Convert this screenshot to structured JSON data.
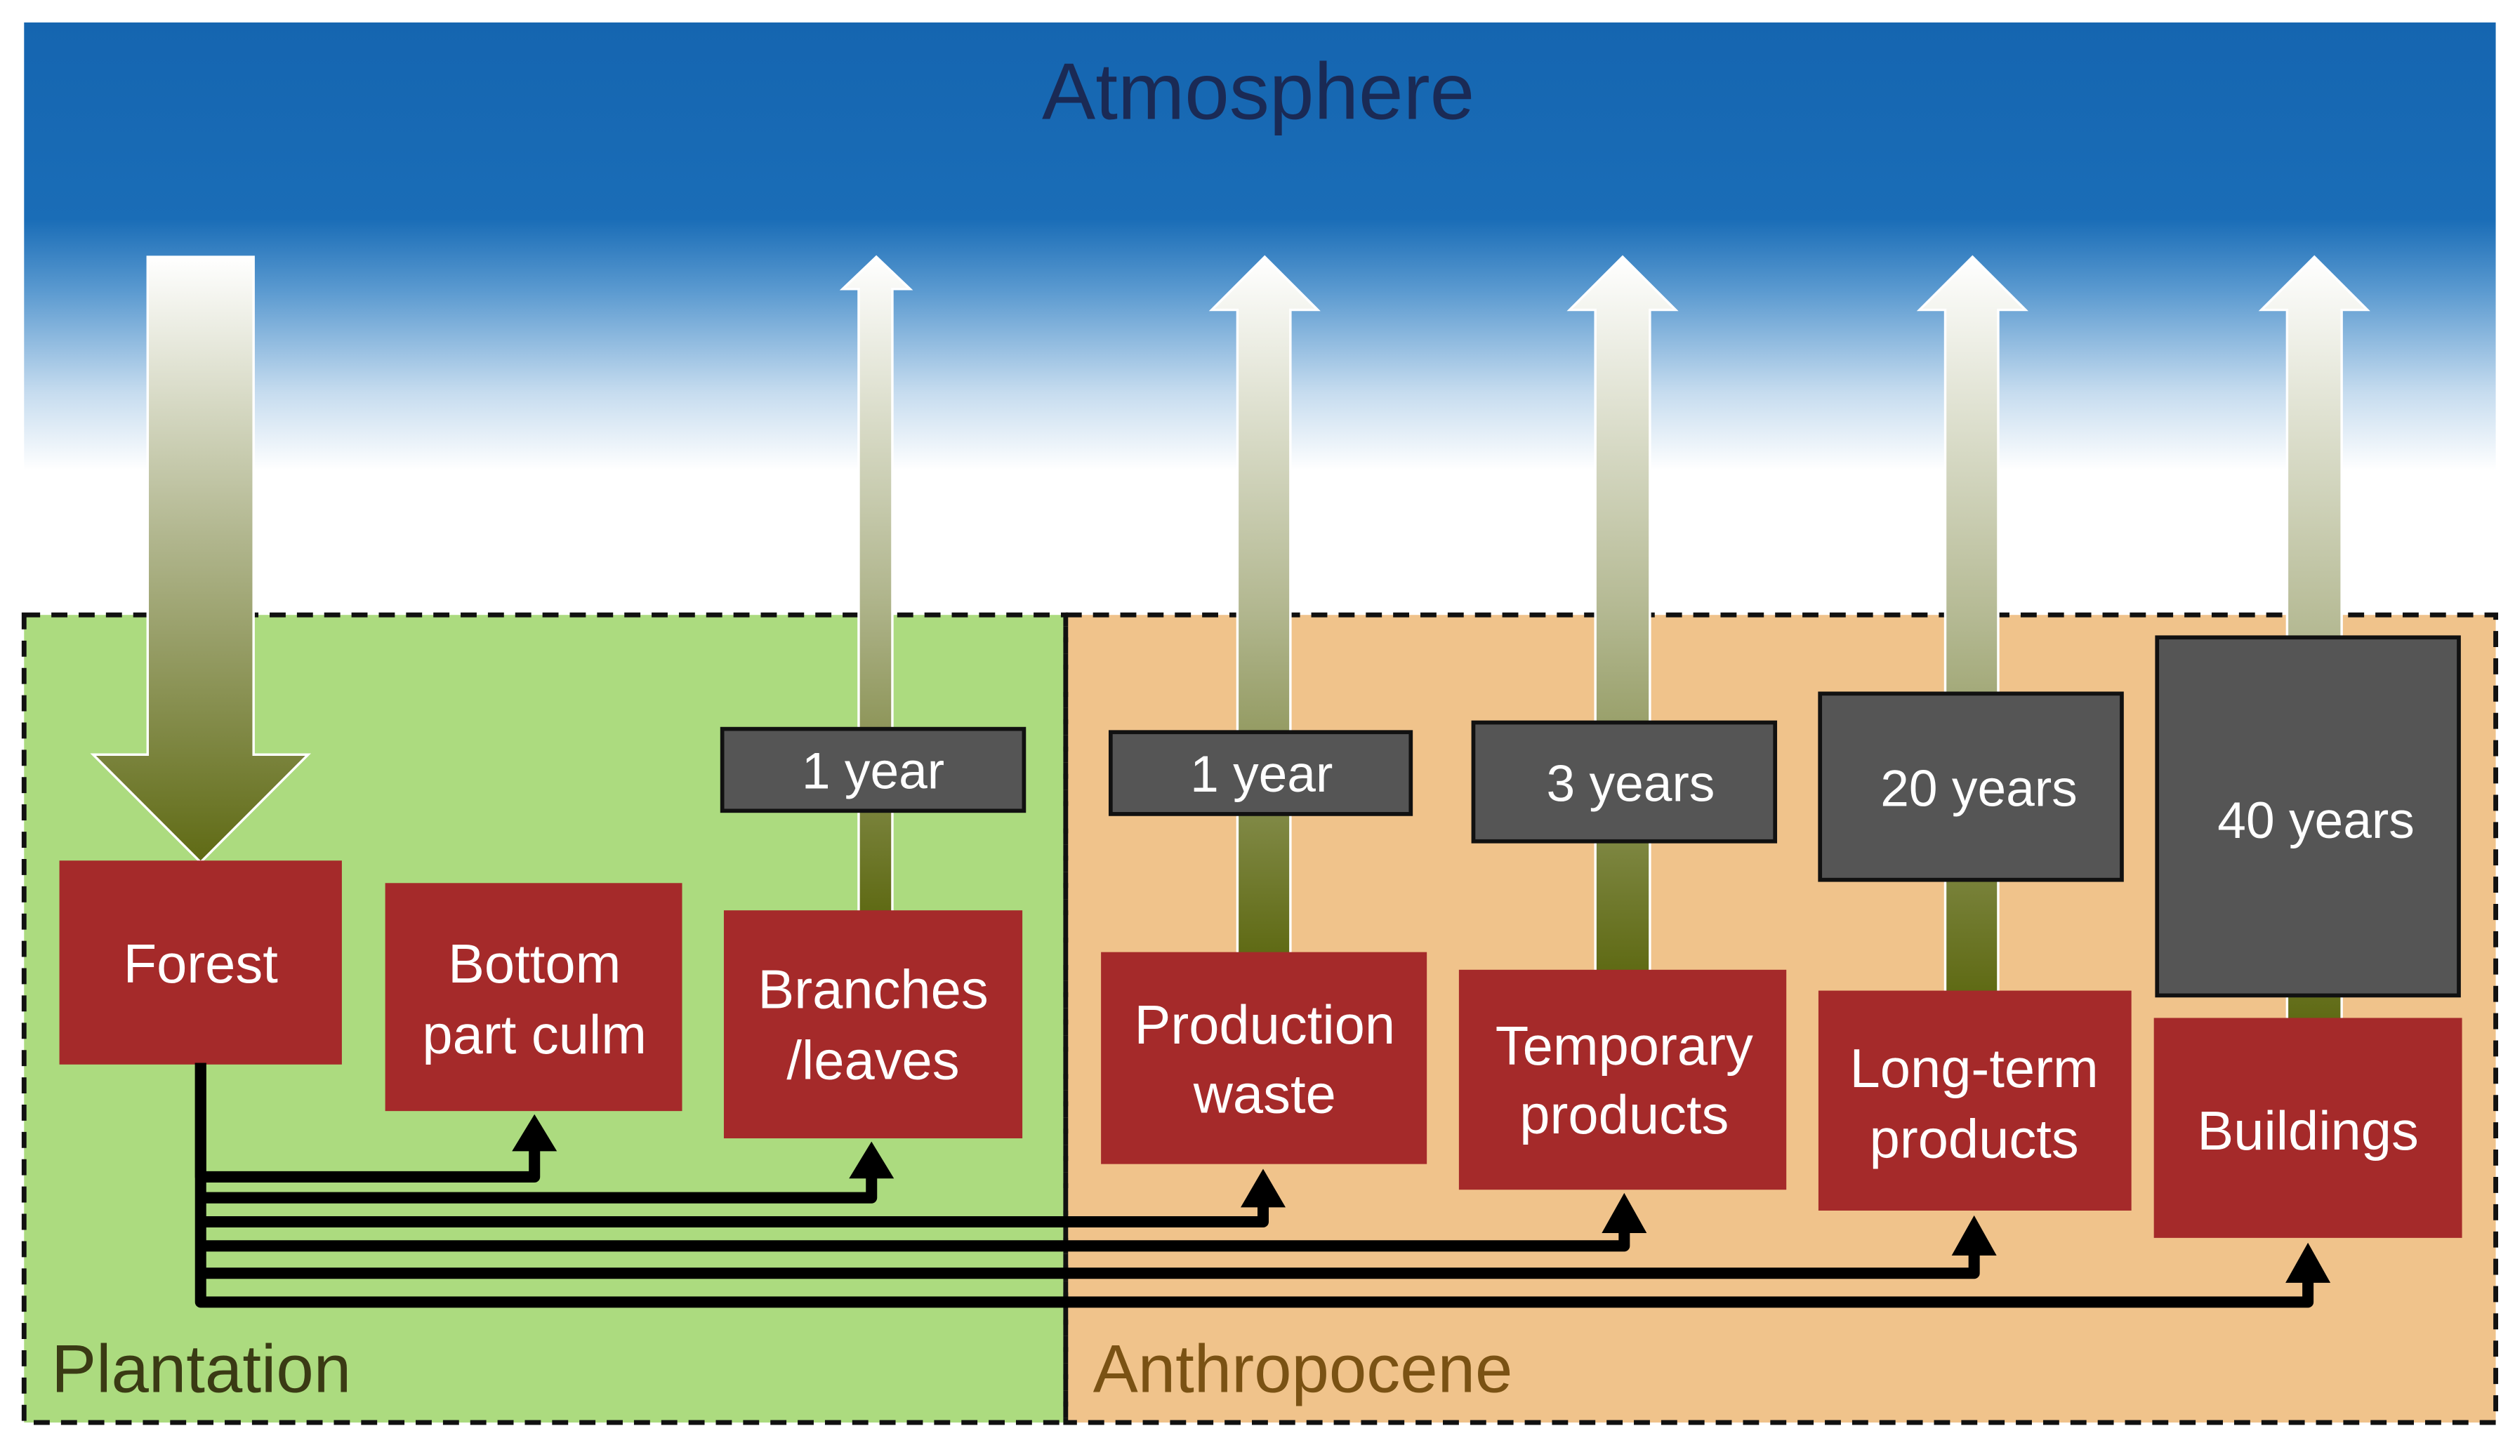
{
  "atmosphere": {
    "label": "Atmosphere"
  },
  "zones": {
    "plantation": "Plantation",
    "anthropocene": "Anthropocene"
  },
  "pools": {
    "forest": {
      "label": "Forest"
    },
    "bottom_part_culm": {
      "lines": [
        "Bottom",
        "part culm"
      ]
    },
    "branches_leaves": {
      "lines": [
        "Branches",
        "/leaves"
      ],
      "duration": "1 year"
    },
    "production_waste": {
      "lines": [
        "Production",
        "waste"
      ],
      "duration": "1 year"
    },
    "temporary_products": {
      "lines": [
        "Temporary",
        "products"
      ],
      "duration": "3 years"
    },
    "long_term_products": {
      "lines": [
        "Long-term",
        "products"
      ],
      "duration": "20 years"
    },
    "buildings": {
      "label": "Buildings",
      "duration": "40 years"
    }
  },
  "colors": {
    "atmosphere_top": "#1565b0",
    "plantation_fill": "#acdb7f",
    "anthropocene_fill": "#f0c38b",
    "pool_box": "#a52a2a",
    "duration_box": "#555555",
    "arrow_dark": "#5f6a14",
    "atmosphere_label": "#1a2a55",
    "plantation_label": "#3a3a14",
    "anthropocene_label": "#7a5214"
  }
}
